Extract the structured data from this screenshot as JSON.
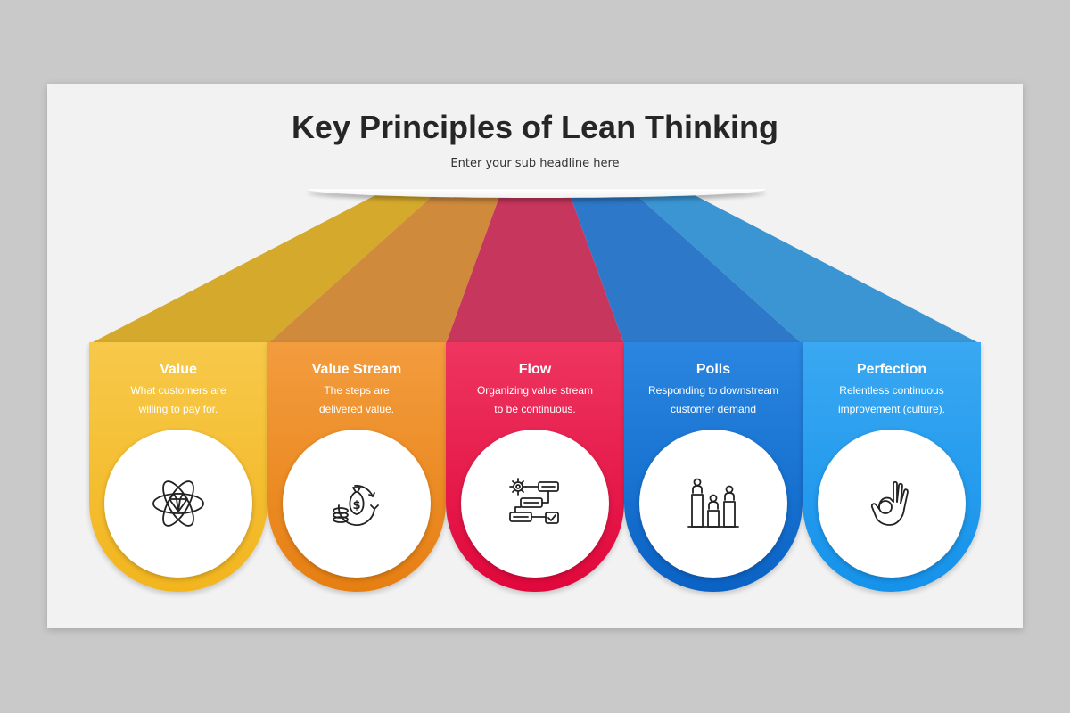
{
  "header": {
    "title": "Key Principles of Lean Thinking",
    "subtitle": "Enter your sub headline here"
  },
  "principles": [
    {
      "title": "Value",
      "desc_line1": "What customers are",
      "desc_line2": "willing to pay for.",
      "icon": "atom-diamond-icon",
      "color_top": "#f7c94a",
      "color_bottom": "#f2b51e",
      "beam_color": "#d4a92c"
    },
    {
      "title": "Value Stream",
      "desc_line1": "The steps are",
      "desc_line2": "delivered value.",
      "icon": "money-bag-cycle-icon",
      "color_top": "#f39c3e",
      "color_bottom": "#e67f12",
      "beam_color": "#cf8a3c"
    },
    {
      "title": "Flow",
      "desc_line1": "Organizing value stream",
      "desc_line2": "to be continuous.",
      "icon": "workflow-gear-icon",
      "color_top": "#ee3560",
      "color_bottom": "#e0073b",
      "beam_color": "#c7365c"
    },
    {
      "title": "Polls",
      "desc_line1": "Responding to downstream",
      "desc_line2": "customer demand",
      "icon": "people-podium-icon",
      "color_top": "#2a86e0",
      "color_bottom": "#0a62c4",
      "beam_color": "#2d78c8"
    },
    {
      "title": "Perfection",
      "desc_line1": "Relentless continuous",
      "desc_line2": "improvement (culture).",
      "icon": "ok-hand-icon",
      "color_top": "#3aa8f2",
      "color_bottom": "#1592ea",
      "beam_color": "#3a95d2"
    }
  ]
}
